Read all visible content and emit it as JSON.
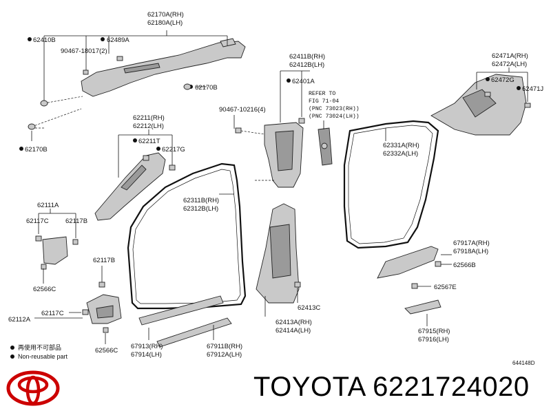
{
  "diagram_code": "644148D",
  "brand_text": "TOYOTA 6221724020",
  "legend": {
    "item1_text": "再使用不可部品",
    "item2_text": "Non-reusable part"
  },
  "labels": {
    "p62170a_rh": "62170A(RH)",
    "p62180a_lh": "62180A(LH)",
    "p62410b": "62410B",
    "p62489a": "62489A",
    "p90467_18017": "90467-18017(2)",
    "p62170b_a": "62170B",
    "p62170b_b": "62170B",
    "p62411b_rh": "62411B(RH)",
    "p62412b_lh": "62412B(LH)",
    "p62401a": "62401A",
    "refer1": "REFER TO",
    "refer2": "FIG 71-04",
    "refer3": "(PNC 73023(RH))",
    "refer4": "(PNC 73024(LH))",
    "p90467_10216": "90467-10216(4)",
    "p62471a_rh": "62471A(RH)",
    "p62472a_lh": "62472A(LH)",
    "p62472g": "62472G",
    "p62471j": "62471J",
    "p62211_rh": "62211(RH)",
    "p62212_lh": "62212(LH)",
    "p62211t": "62211T",
    "p62217g": "62217G",
    "p62331a_rh": "62331A(RH)",
    "p62332a_lh": "62332A(LH)",
    "p62311b_rh": "62311B(RH)",
    "p62312b_lh": "62312B(LH)",
    "p62111a": "62111A",
    "p62117c_a": "62117C",
    "p62117b_a": "62117B",
    "p62117b_b": "62117B",
    "p62566c_a": "62566C",
    "p62112a": "62112A",
    "p62117c_b": "62117C",
    "p62566c_b": "62566C",
    "p67917a_rh": "67917A(RH)",
    "p67918a_lh": "67918A(LH)",
    "p62566b": "62566B",
    "p62567e": "62567E",
    "p62413c": "62413C",
    "p62413a_rh": "62413A(RH)",
    "p62414a_lh": "62414A(LH)",
    "p67915_rh": "67915(RH)",
    "p67916_lh": "67916(LH)",
    "p67913_rh": "67913(RH)",
    "p67914_lh": "67914(LH)",
    "p67911b_rh": "67911B(RH)",
    "p67912a_lh": "67912A(LH)"
  },
  "colors": {
    "logo_red": "#cc0000",
    "part_fill": "#c9c9c9",
    "line": "#111111"
  }
}
